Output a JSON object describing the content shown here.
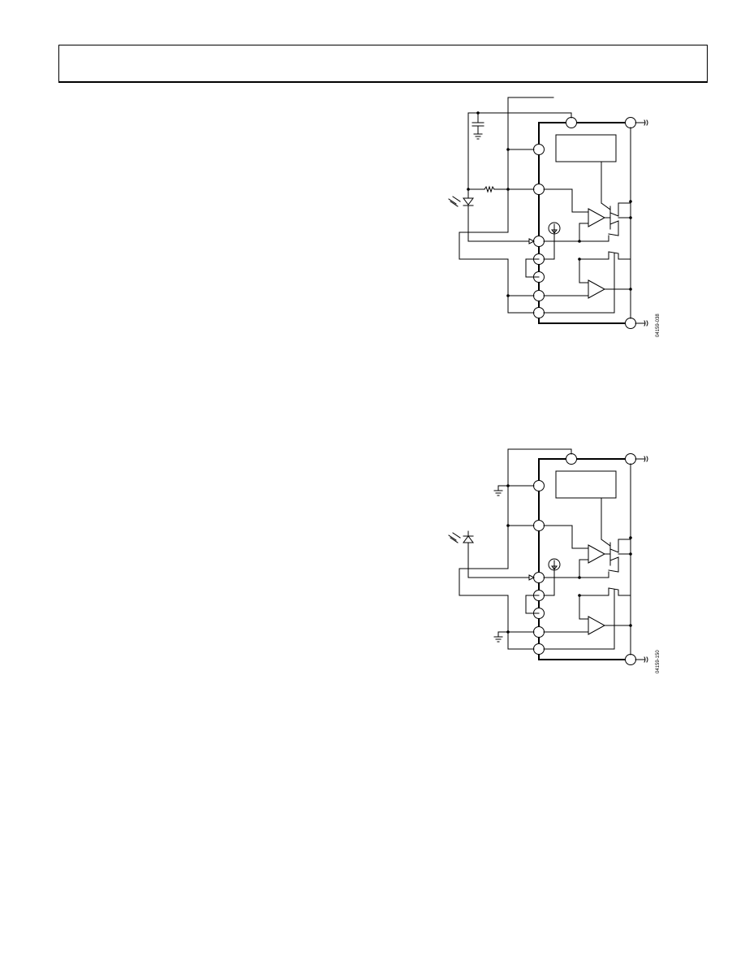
{
  "header": {
    "text": ""
  },
  "figures": [
    {
      "id": "figure-1",
      "code": "04159-038"
    },
    {
      "id": "figure-2",
      "code": "04159-150"
    }
  ]
}
